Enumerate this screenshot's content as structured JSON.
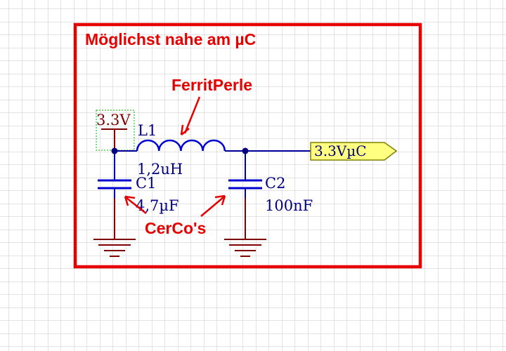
{
  "colors": {
    "grid": "#c8c8c8",
    "background": "#ffffff",
    "frame": "#e60000",
    "annotation": "#e60000",
    "wire": "#0000a0",
    "component": "#0000d0",
    "ground": "#800000",
    "label_text": "#000080",
    "power_port_fill": "#ffff80",
    "power_port_stroke": "#808000",
    "junction": "#000080",
    "power_symbol": "#800000",
    "power_box": "#00b000"
  },
  "frame": {
    "title": "Möglichst nahe am µC"
  },
  "annotations": {
    "ferrite": "FerritPerle",
    "caps": "CerCo's"
  },
  "power": {
    "source_label": "3.3V",
    "output_port": "3.3VµC"
  },
  "components": {
    "L1": {
      "designator": "L1",
      "value": "1,2uH"
    },
    "C1": {
      "designator": "C1",
      "value": "4,7µF"
    },
    "C2": {
      "designator": "C2",
      "value": "100nF"
    }
  }
}
